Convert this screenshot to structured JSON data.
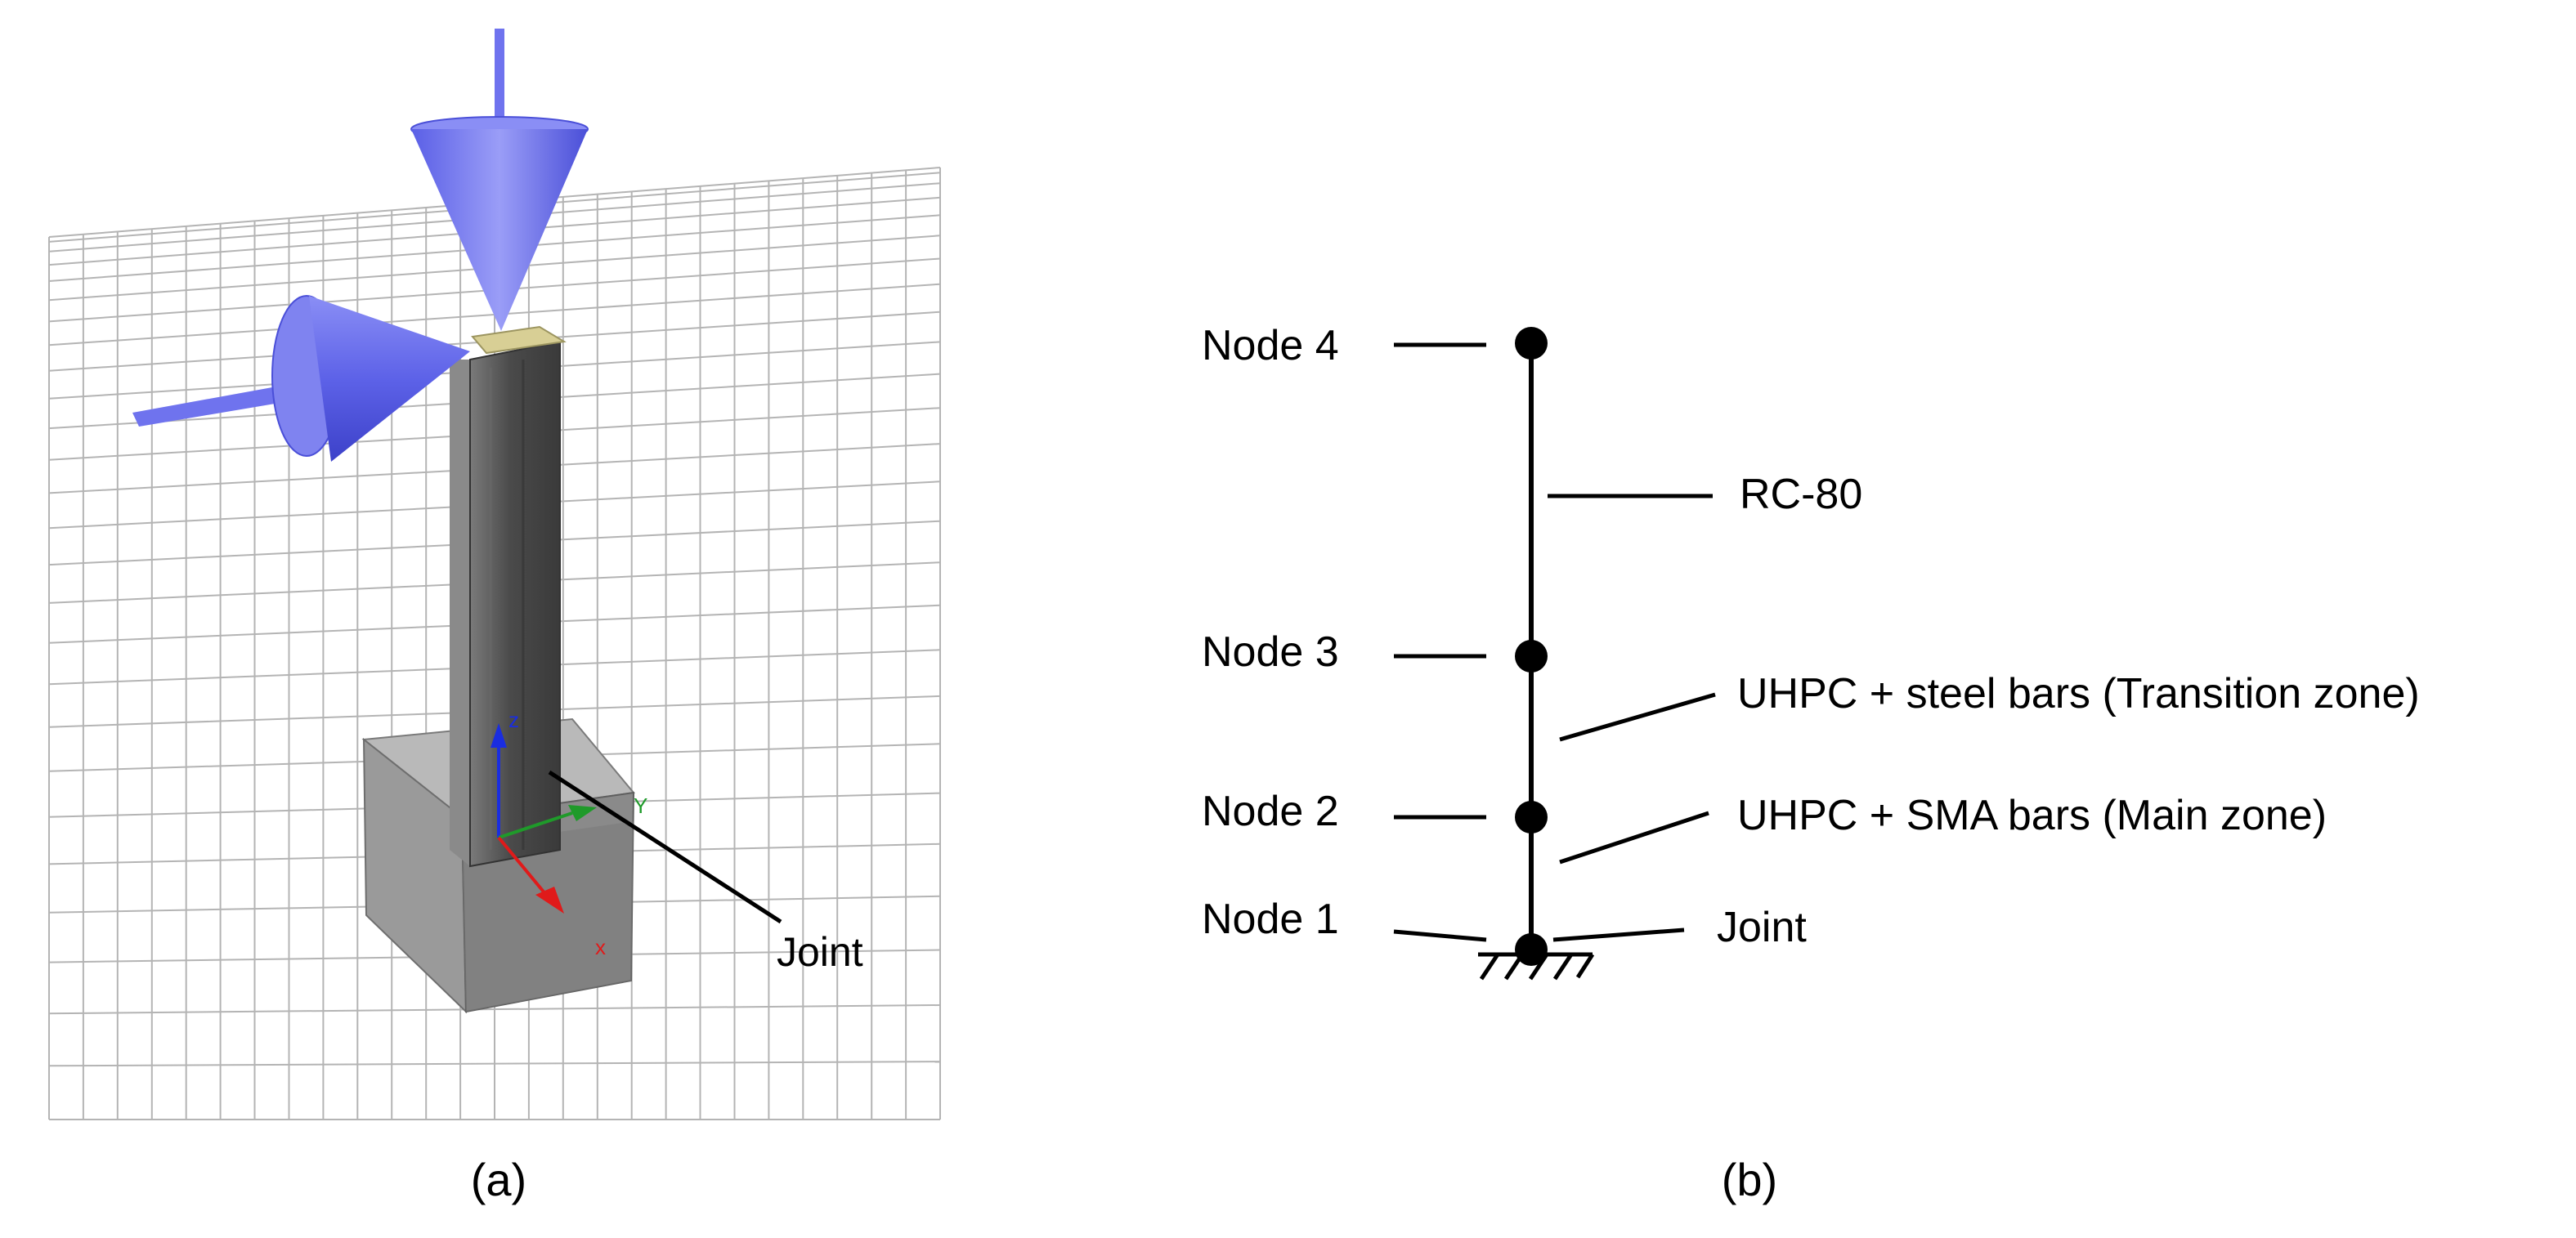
{
  "panel_a": {
    "caption": "(a)",
    "callout": "Joint",
    "axes": {
      "x": "x",
      "y": "Y",
      "z": "z"
    },
    "colors": {
      "load_cone": "#6f73ee",
      "column": "#555555",
      "footing": "#8c8c8c",
      "grid": "#b4b4b4",
      "axis_x": "#e01a1a",
      "axis_y": "#1f9a2a",
      "axis_z": "#1a2de0"
    },
    "icons": [
      "vertical-load-cone-icon",
      "lateral-load-cone-icon",
      "axis-triad-icon"
    ]
  },
  "panel_b": {
    "caption": "(b)",
    "nodes": [
      {
        "label": "Node 4"
      },
      {
        "label": "Node 3"
      },
      {
        "label": "Node 2"
      },
      {
        "label": "Node 1"
      }
    ],
    "segments": [
      {
        "label": "RC-80"
      },
      {
        "label": "UHPC + steel bars (Transition zone)"
      },
      {
        "label": "UHPC + SMA bars (Main zone)"
      }
    ],
    "joint": "Joint",
    "support": "fixed-support-icon"
  }
}
